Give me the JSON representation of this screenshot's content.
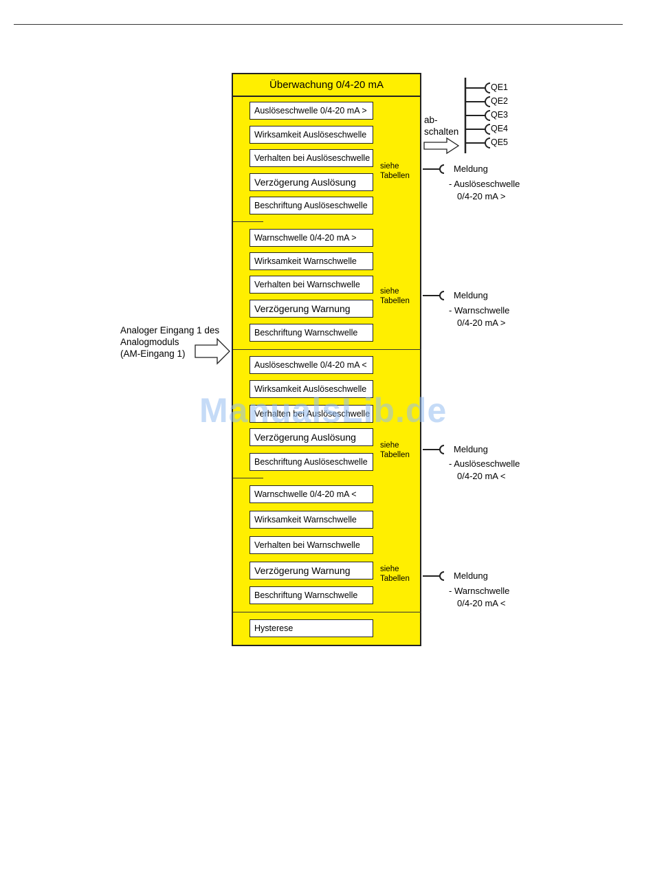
{
  "panel": {
    "title": "Überwachung 0/4-20 mA"
  },
  "groups": [
    {
      "fields": [
        "Auslöseschwelle 0/4-20 mA >",
        "Wirksamkeit Auslöseschwelle",
        "Verhalten bei Auslöseschwelle",
        "Verzögerung Auslösung",
        "Beschriftung Auslöseschwelle"
      ],
      "siehe": [
        "siehe",
        "Tabellen"
      ],
      "output": [
        "Meldung",
        "- Auslöseschwelle",
        "0/4-20 mA >"
      ]
    },
    {
      "fields": [
        "Warnschwelle 0/4-20 mA >",
        "Wirksamkeit Warnschwelle",
        "Verhalten bei Warnschwelle",
        "Verzögerung Warnung",
        "Beschriftung Warnschwelle"
      ],
      "siehe": [
        "siehe",
        "Tabellen"
      ],
      "output": [
        "Meldung",
        "- Warnschwelle",
        "0/4-20 mA >"
      ]
    },
    {
      "fields": [
        "Auslöseschwelle 0/4-20 mA <",
        "Wirksamkeit Auslöseschwelle",
        "Verhalten bei Auslöseschwelle",
        "Verzögerung Auslösung",
        "Beschriftung Auslöseschwelle"
      ],
      "siehe": [
        "siehe",
        "Tabellen"
      ],
      "output": [
        "Meldung",
        "- Auslöseschwelle",
        "0/4-20 mA <"
      ]
    },
    {
      "fields": [
        "Warnschwelle 0/4-20 mA <",
        "Wirksamkeit Warnschwelle",
        "Verhalten bei Warnschwelle",
        "Verzögerung Warnung",
        "Beschriftung Warnschwelle"
      ],
      "siehe": [
        "siehe",
        "Tabellen"
      ],
      "output": [
        "Meldung",
        "- Warnschwelle",
        "0/4-20 mA <"
      ]
    }
  ],
  "hysteresis": "Hysterese",
  "input_label": [
    "Analoger Eingang 1 des",
    "Analogmoduls",
    "(AM-Eingang 1)"
  ],
  "abschalten": [
    "ab-",
    "schalten"
  ],
  "qe": [
    "QE1",
    "QE2",
    "QE3",
    "QE4",
    "QE5"
  ],
  "watermark": "ManualsLib.de",
  "colors": {
    "panel_fill": "#ffef00",
    "border": "#222222",
    "watermark": "#96bef0"
  }
}
